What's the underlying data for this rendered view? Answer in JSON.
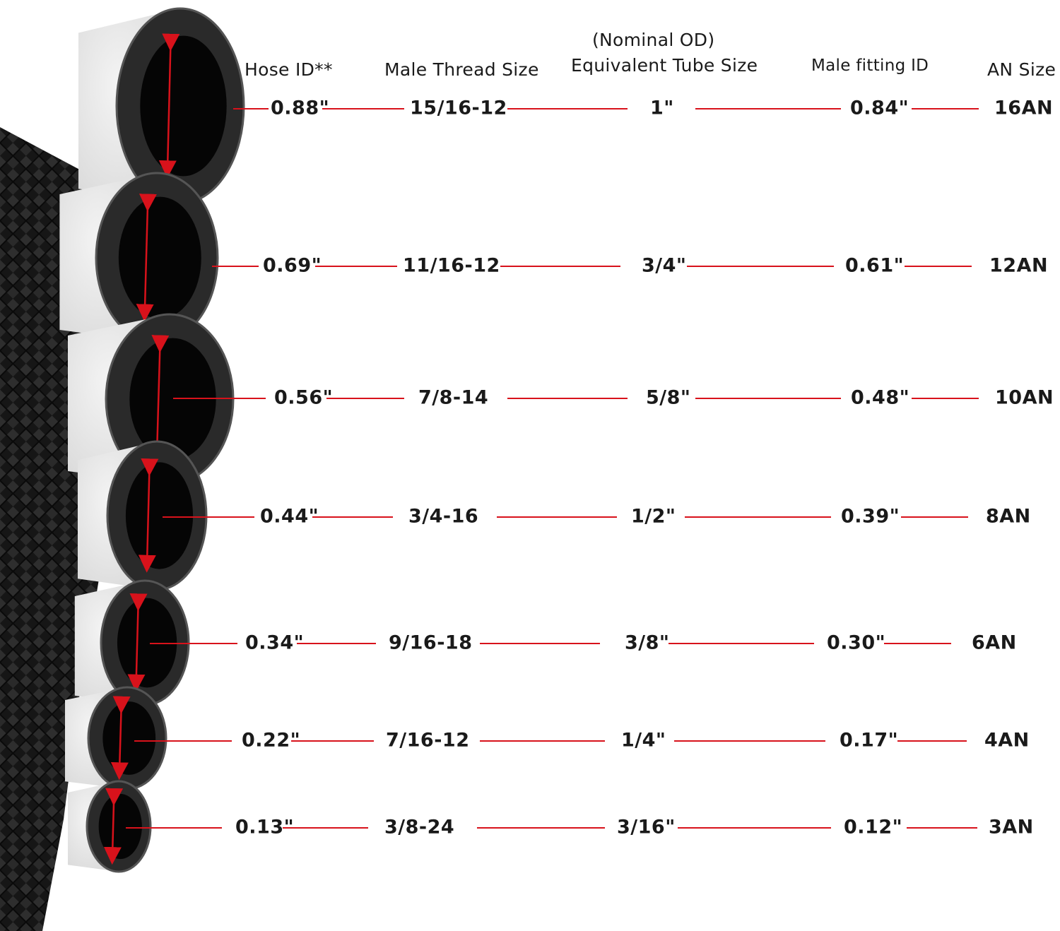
{
  "headers": {
    "hose_id": "Hose ID**",
    "male_thread_size": "Male Thread Size",
    "nominal_od": "(Nominal OD)",
    "equivalent_tube_size": "Equivalent Tube Size",
    "male_fitting_id": "Male fitting ID",
    "an_size": "AN Size"
  },
  "rows": [
    {
      "hose_id": "0.88\"",
      "thread": "15/16-12",
      "tube": "1\"",
      "fitting_id": "0.84\"",
      "an": "16AN"
    },
    {
      "hose_id": "0.69\"",
      "thread": "11/16-12",
      "tube": "3/4\"",
      "fitting_id": "0.61\"",
      "an": "12AN"
    },
    {
      "hose_id": "0.56\"",
      "thread": "7/8-14",
      "tube": "5/8\"",
      "fitting_id": "0.48\"",
      "an": "10AN"
    },
    {
      "hose_id": "0.44\"",
      "thread": "3/4-16",
      "tube": "1/2\"",
      "fitting_id": "0.39\"",
      "an": "8AN"
    },
    {
      "hose_id": "0.34\"",
      "thread": "9/16-18",
      "tube": "3/8\"",
      "fitting_id": "0.30\"",
      "an": "6AN"
    },
    {
      "hose_id": "0.22\"",
      "thread": "7/16-12",
      "tube": "1/4\"",
      "fitting_id": "0.17\"",
      "an": "4AN"
    },
    {
      "hose_id": "0.13\"",
      "thread": "3/8-24",
      "tube": "3/16\"",
      "fitting_id": "0.12\"",
      "an": "3AN"
    }
  ],
  "colors": {
    "leader_line": "#d8121b",
    "hose_braid": "#1c1c1c",
    "hose_cover": "#e9e9e9",
    "hose_liner": "#222222"
  }
}
